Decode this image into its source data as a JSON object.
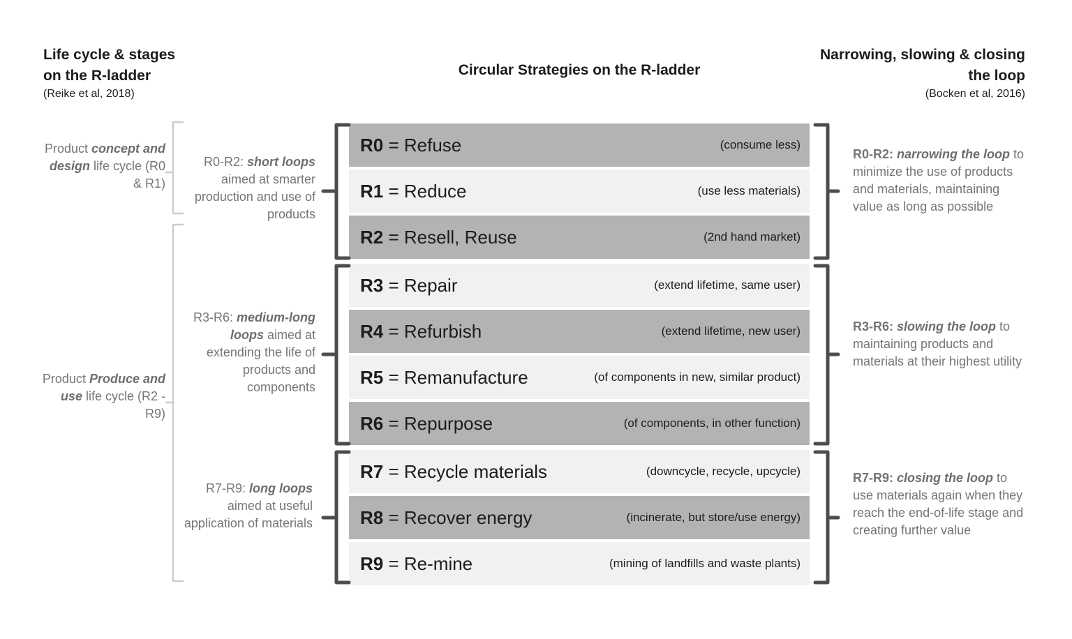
{
  "headers": {
    "left": {
      "title_line1": "Life cycle & stages",
      "title_line2": "on the R-ladder",
      "citation": "(Reike et al, 2018)"
    },
    "center": {
      "title": "Circular Strategies on the R-ladder"
    },
    "right": {
      "title_line1": "Narrowing, slowing & closing",
      "title_line2": "the loop",
      "citation": "(Bocken et al, 2016)"
    }
  },
  "lifecycle_labels": [
    {
      "prefix": "Product ",
      "emphasis": "concept and design",
      "suffix": " life cycle (R0 & R1)"
    },
    {
      "prefix": "Product ",
      "emphasis": "Produce and use",
      "suffix": " life cycle (R2 - R9)"
    }
  ],
  "loop_groups_left": [
    {
      "range": "R0-R2: ",
      "emphasis": "short loops",
      "suffix": " aimed at smarter production and use of products"
    },
    {
      "range": "R3-R6: ",
      "emphasis": "medium-long loops",
      "suffix": " aimed at extending the life of products and components"
    },
    {
      "range": "R7-R9: ",
      "emphasis": "long loops",
      "suffix": " aimed at useful application of materials"
    }
  ],
  "loop_groups_right": [
    {
      "range": "R0-R2: ",
      "emphasis": "narrowing the loop",
      "suffix": " to minimize the use of products and materials, maintaining value as long as possible"
    },
    {
      "range": "R3-R6: ",
      "emphasis": "slowing the loop",
      "suffix": " to maintaining products and materials at their highest utility"
    },
    {
      "range": "R7-R9: ",
      "emphasis": "closing the loop",
      "suffix": " to use materials again when they reach the end-of-life stage and creating further value"
    }
  ],
  "ladder": {
    "separator": " = ",
    "rows": [
      {
        "code": "R0",
        "name": "Refuse",
        "note": "(consume less)"
      },
      {
        "code": "R1",
        "name": "Reduce",
        "note": "(use less materials)"
      },
      {
        "code": "R2",
        "name": "Resell, Reuse",
        "note": "(2nd hand market)"
      },
      {
        "code": "R3",
        "name": "Repair",
        "note": "(extend lifetime, same user)"
      },
      {
        "code": "R4",
        "name": "Refurbish",
        "note": "(extend lifetime, new user)"
      },
      {
        "code": "R5",
        "name": "Remanufacture",
        "note": "(of components in new, similar product)"
      },
      {
        "code": "R6",
        "name": "Repurpose",
        "note": "(of components, in other function)"
      },
      {
        "code": "R7",
        "name": "Recycle materials",
        "note": "(downcycle, recycle, upcycle)"
      },
      {
        "code": "R8",
        "name": "Recover energy",
        "note": "(incinerate, but store/use energy)"
      },
      {
        "code": "R9",
        "name": "Re-mine",
        "note": "(mining of landfills and waste plants)"
      }
    ]
  },
  "colors": {
    "row_gray": "#b3b3b3",
    "row_light": "#f1f1f1",
    "bracket_dark": "#4d4d4d",
    "bracket_light": "#cccccc",
    "muted_text": "#757575",
    "text": "#1c1c1c"
  }
}
